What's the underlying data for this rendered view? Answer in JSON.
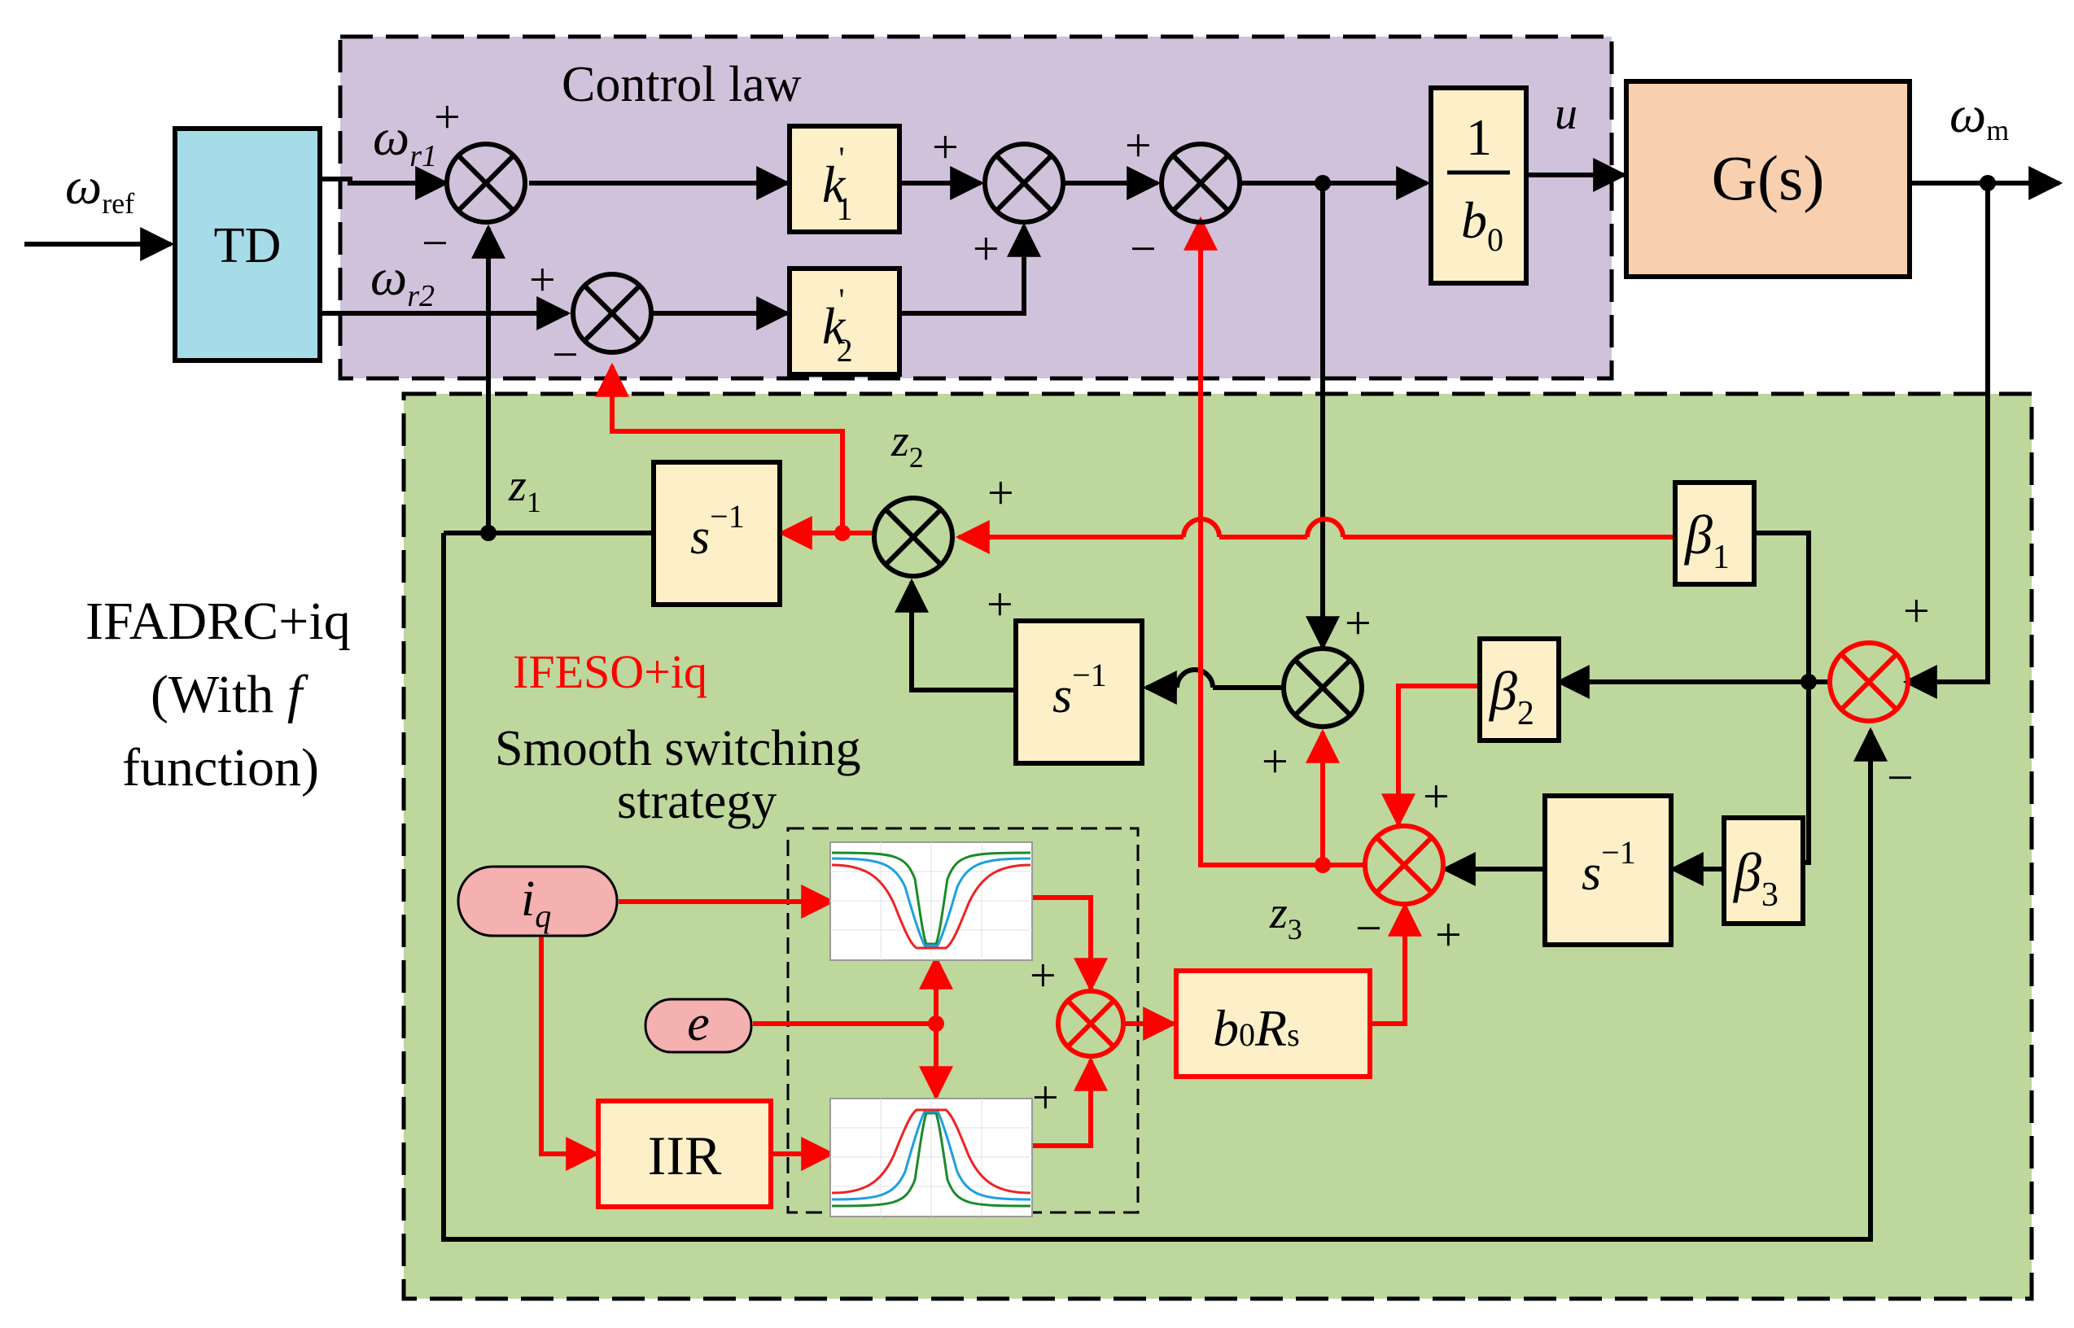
{
  "colors": {
    "control_region": "#d1c2db",
    "observer_region": "#bed79c",
    "td_block": "#a6dce8",
    "plant_block": "#f8d0b0",
    "gain_block": "#fdf0c8",
    "input_pill": "#f5b0b0",
    "signal_black": "#000000",
    "signal_red": "#ff0000"
  },
  "regions": {
    "control_law_label": "Control law",
    "observer_label": "IFESO+iq",
    "strategy_label_line1": "Smooth switching",
    "strategy_label_line2": "strategy",
    "outer_label_line1": "IFADRC+iq",
    "outer_label_line2_prefix": "(With ",
    "outer_label_line2_f": "f",
    "outer_label_line3": "function)"
  },
  "blocks": {
    "td": "TD",
    "plant": "G(s)",
    "k1": {
      "base": "k",
      "prime": "'",
      "sub": "1"
    },
    "k2": {
      "base": "k",
      "prime": "'",
      "sub": "2"
    },
    "inv_b0": {
      "num": "1",
      "den_base": "b",
      "den_sub": "0"
    },
    "int1": {
      "base": "s",
      "sup": "−1"
    },
    "int2": {
      "base": "s",
      "sup": "−1"
    },
    "int3": {
      "base": "s",
      "sup": "−1"
    },
    "beta1": {
      "base": "β",
      "sub": "1"
    },
    "beta2": {
      "base": "β",
      "sub": "2"
    },
    "beta3": {
      "base": "β",
      "sub": "3"
    },
    "iir": "IIR",
    "b0rs": {
      "b": "b",
      "b_sub": "0",
      "r": "R",
      "r_sub": "s"
    },
    "iq": {
      "base": "i",
      "sub": "q"
    },
    "e": "e"
  },
  "signals": {
    "w_ref": {
      "base": "ω",
      "sub": "ref"
    },
    "w_r1": {
      "base": "ω",
      "sub": "r1"
    },
    "w_r2": {
      "base": "ω",
      "sub": "r2"
    },
    "w_m": {
      "base": "ω",
      "sub": "m"
    },
    "u": "u",
    "z1": {
      "base": "z",
      "sub": "1"
    },
    "z2": {
      "base": "z",
      "sub": "2"
    },
    "z3": {
      "base": "z",
      "sub": "3"
    }
  },
  "signs": {
    "plus": "+",
    "minus": "−"
  }
}
